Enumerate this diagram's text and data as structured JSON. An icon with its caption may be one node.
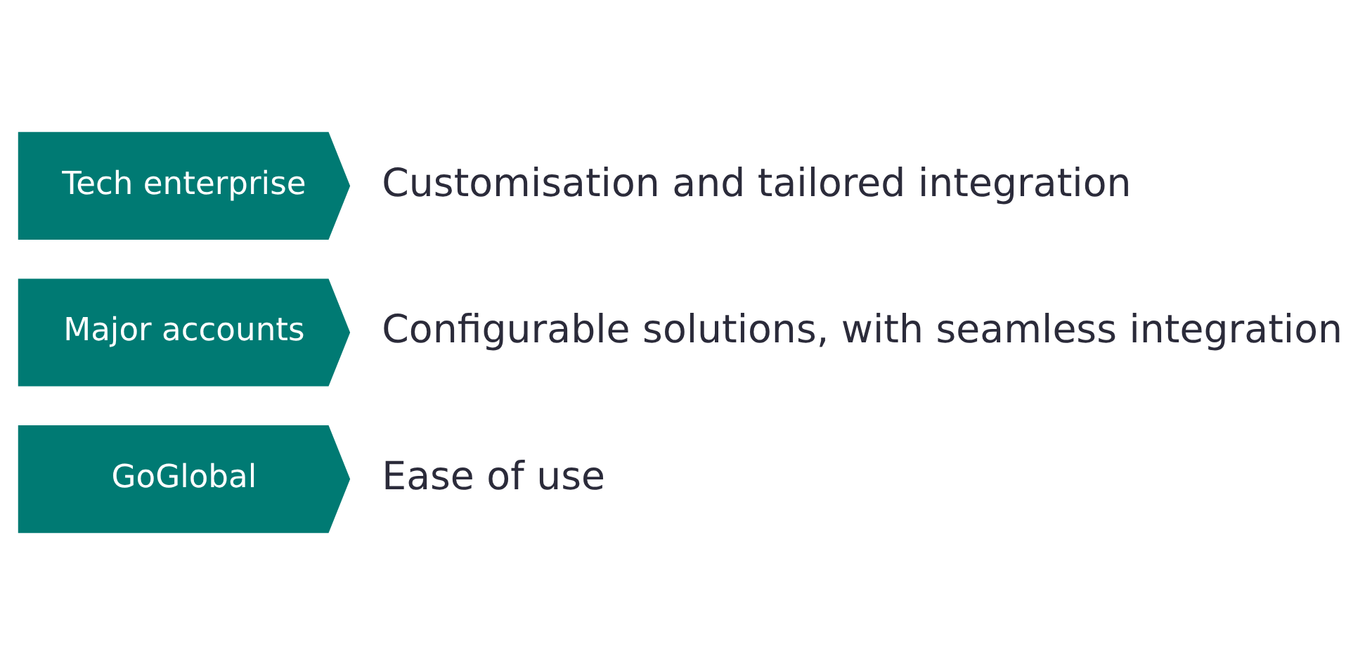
{
  "diagram": {
    "nodes": [
      {
        "text": [
          "Tech enterprise"
        ],
        "beside": [
          "Customisation and tailored integration"
        ]
      },
      {
        "text": [
          "Major accounts"
        ],
        "beside": [
          "Configurable solutions, with seamless integration"
        ]
      },
      {
        "text": [
          "GoGlobal"
        ],
        "beside": [
          "Ease of use"
        ]
      }
    ]
  }
}
